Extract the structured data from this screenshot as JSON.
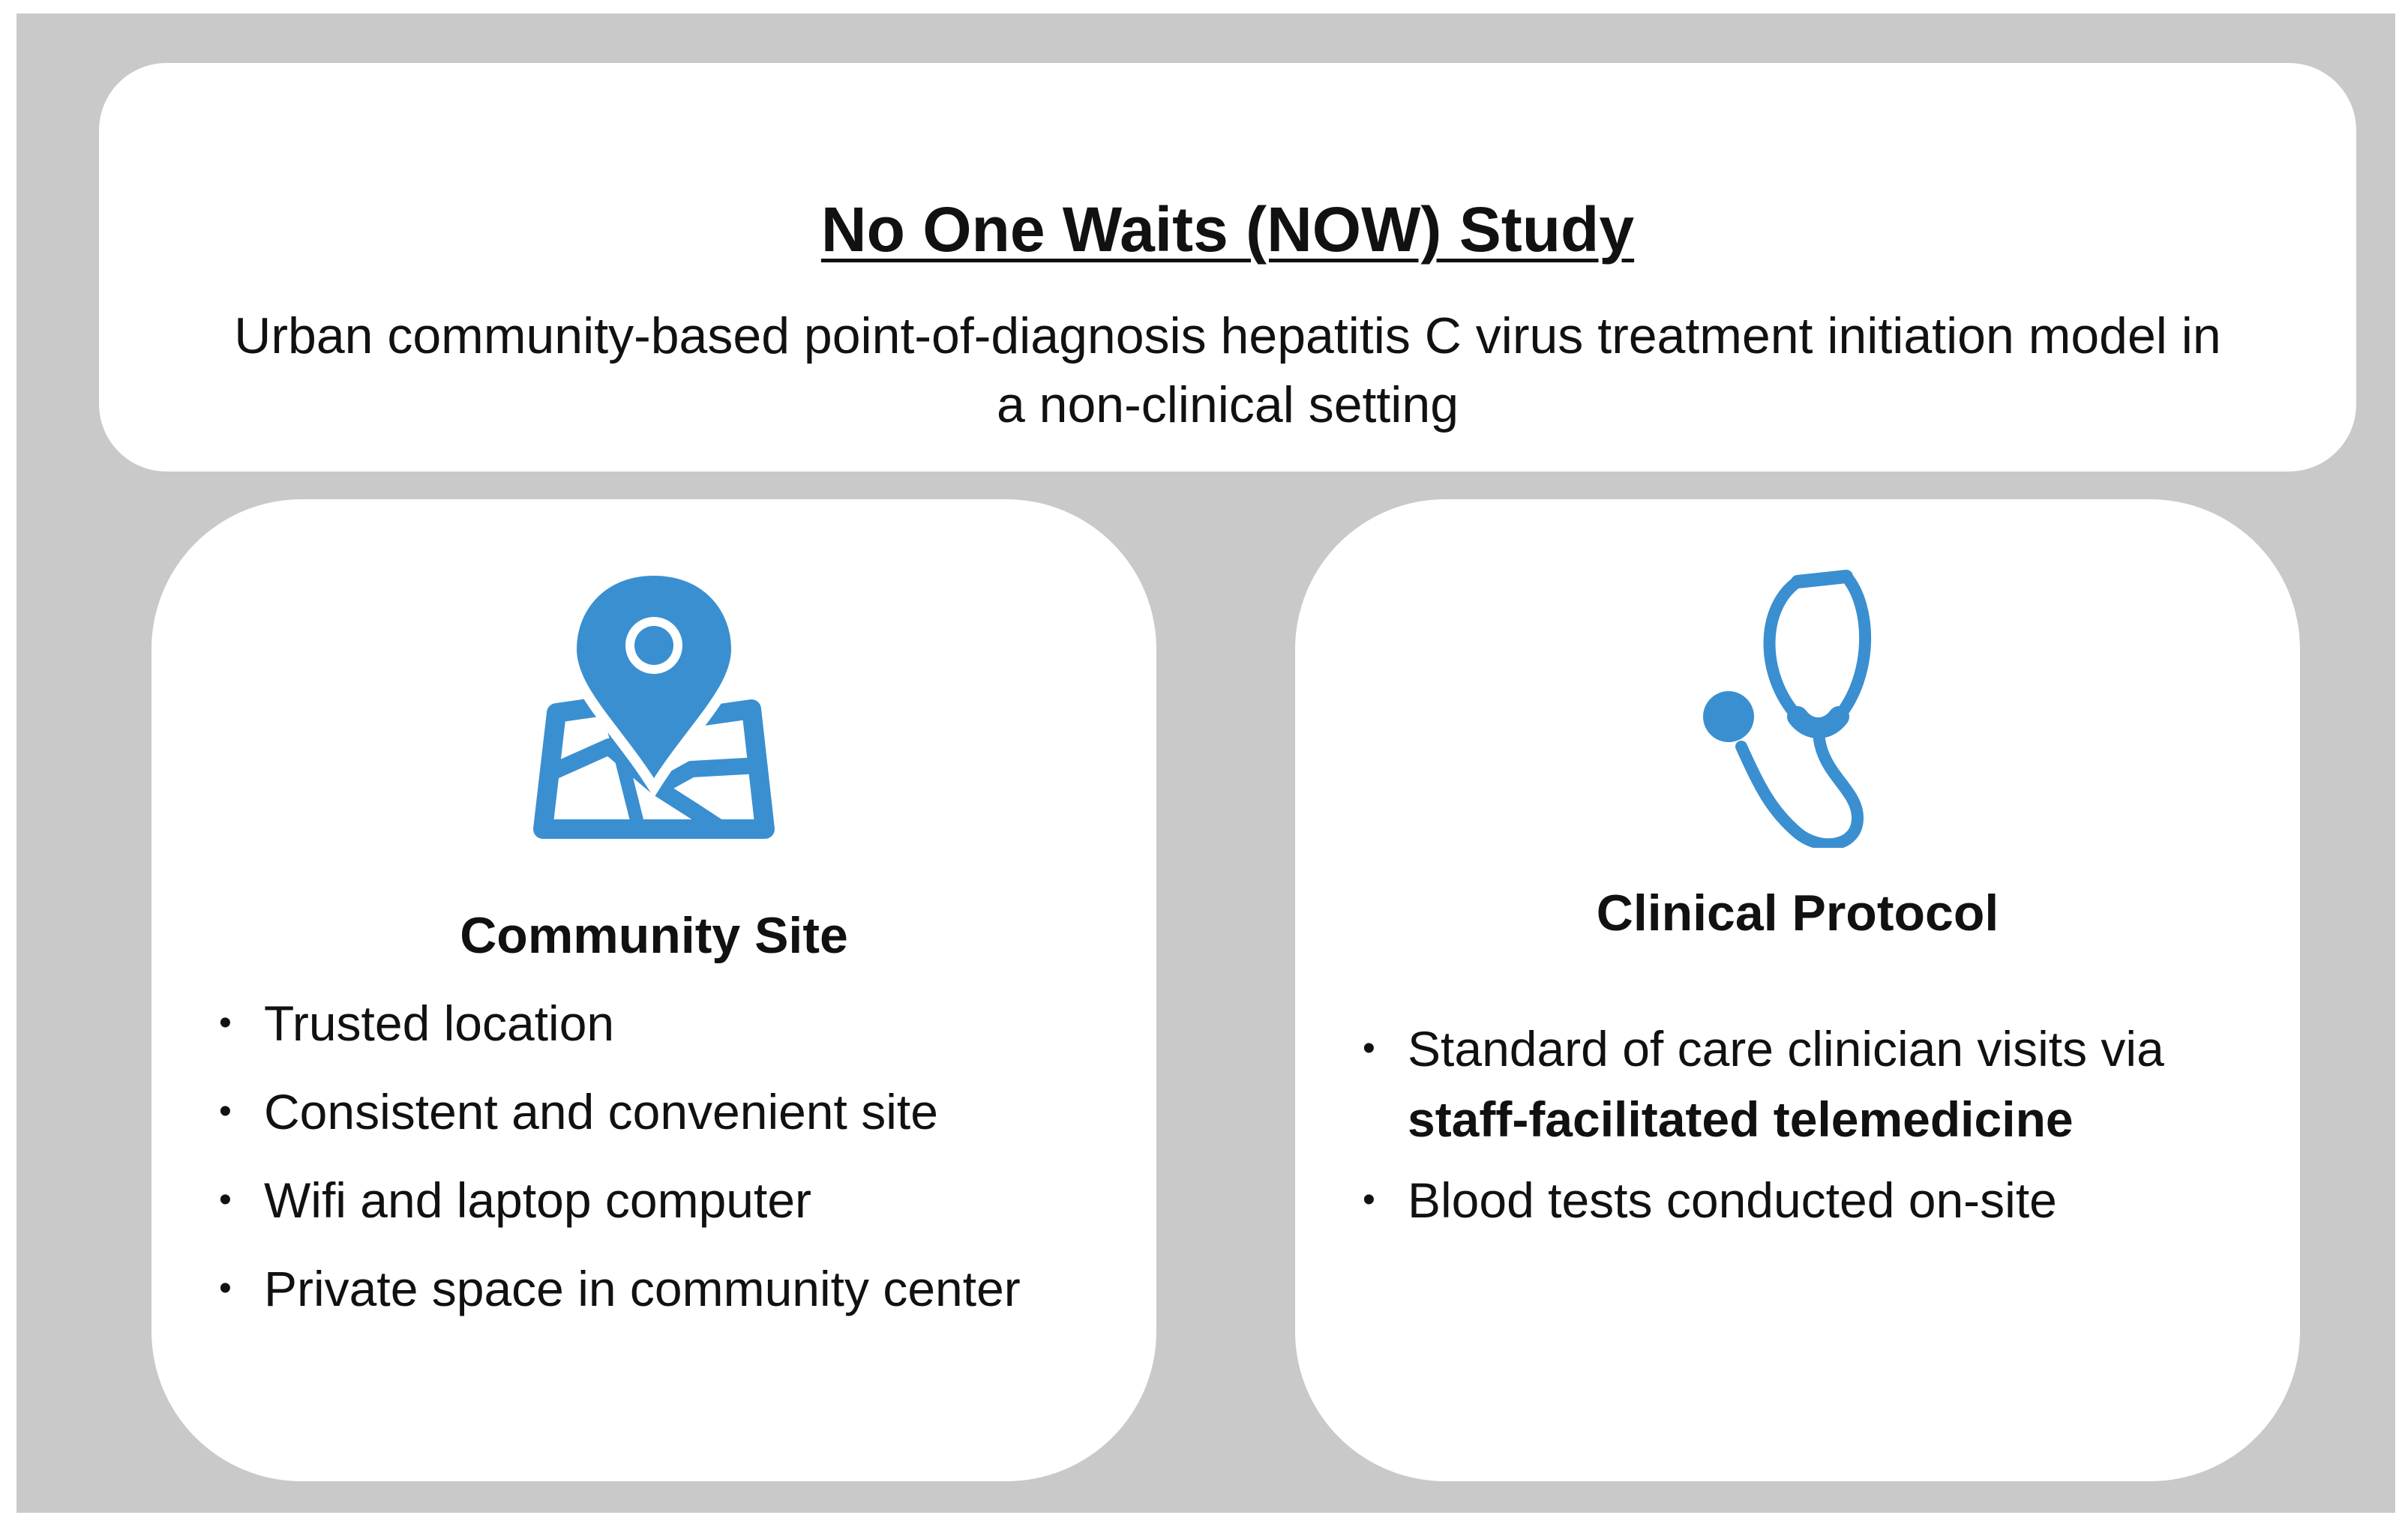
{
  "colors": {
    "background_frame": "#c9c9c9",
    "card": "#ffffff",
    "icon_blue": "#3a8fd0"
  },
  "header": {
    "title": "No One Waits (NOW) Study",
    "subtitle": "Urban community-based point-of-diagnosis hepatitis C virus treatment initiation model in a non-clinical setting"
  },
  "community_site": {
    "icon": "map-pin-icon",
    "heading": "Community Site",
    "bullets": [
      "Trusted location",
      "Consistent and convenient site",
      "Wifi and laptop computer",
      "Private space in community center"
    ]
  },
  "clinical_protocol": {
    "icon": "stethoscope-icon",
    "heading": "Clinical Protocol",
    "bullets": [
      {
        "text": "Standard of care clinician visits via",
        "bold": "staff-facilitated telemedicine"
      },
      {
        "text": "Blood tests conducted on-site"
      }
    ]
  }
}
